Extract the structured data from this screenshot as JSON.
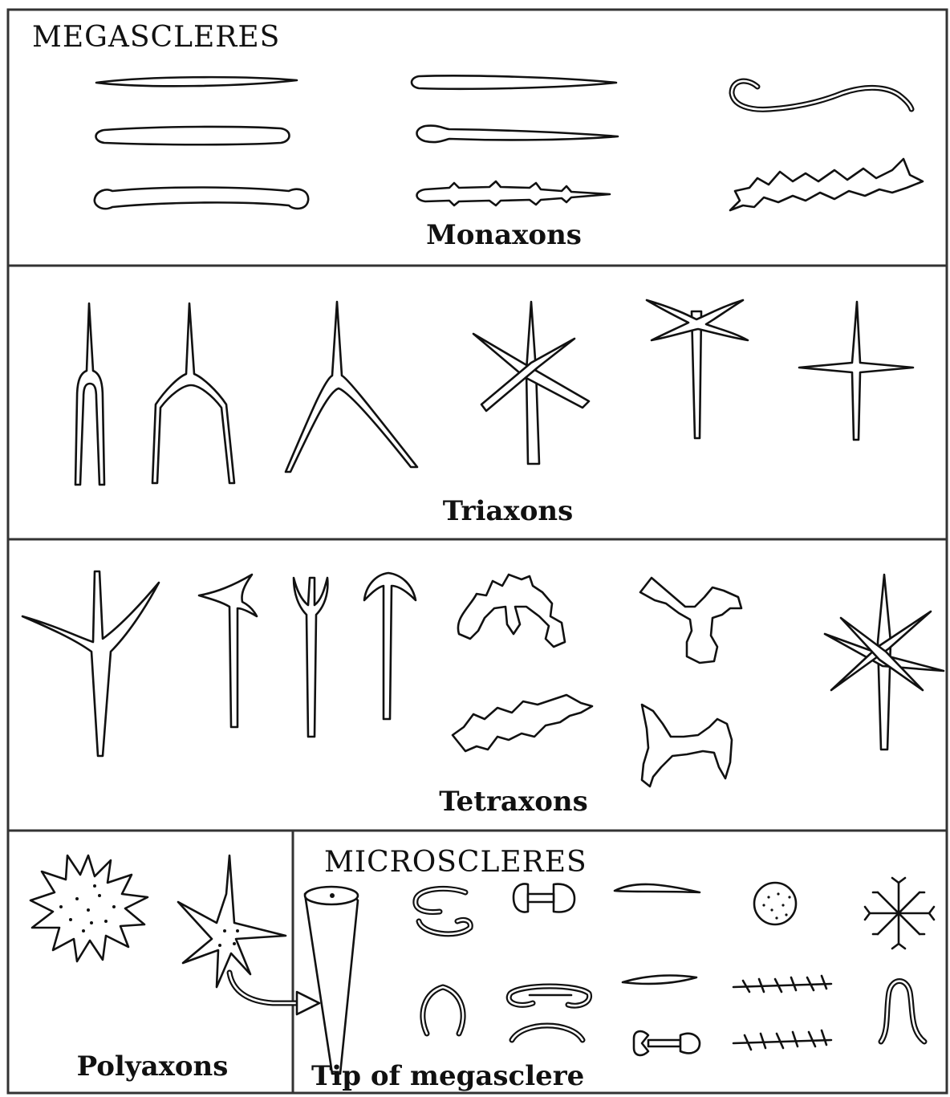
{
  "labels": {
    "megascleres": "MEGASCLERES",
    "monaxons": "Monaxons",
    "triaxons": "Triaxons",
    "tetraxons": "Tetraxons",
    "microscleres": "MICROSCLERES",
    "polyaxons": "Polyaxons",
    "tip": "Tip of megasclere"
  }
}
